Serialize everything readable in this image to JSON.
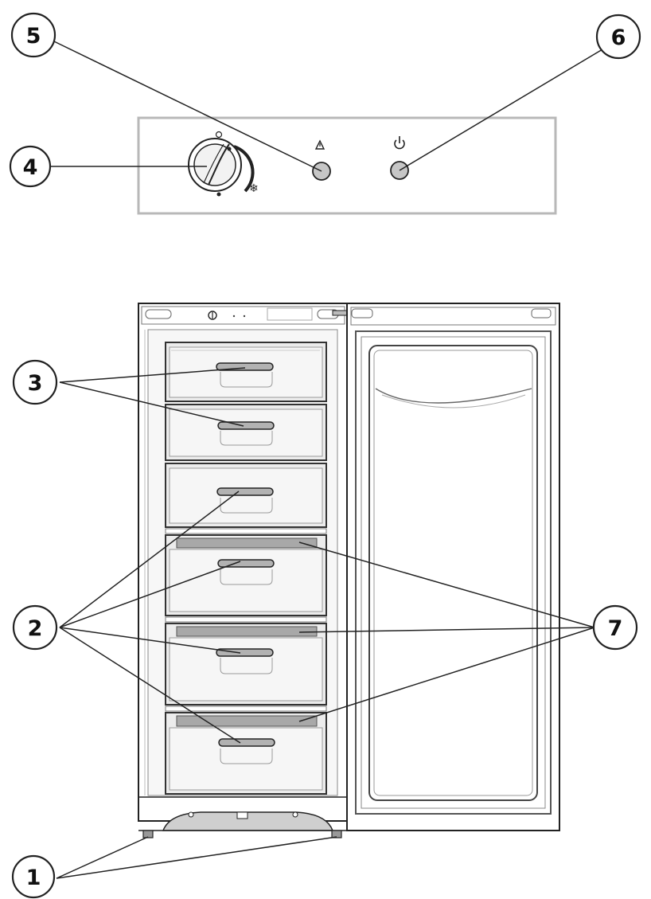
{
  "callouts": [
    {
      "id": "1",
      "label": "1"
    },
    {
      "id": "2",
      "label": "2"
    },
    {
      "id": "3",
      "label": "3"
    },
    {
      "id": "4",
      "label": "4"
    },
    {
      "id": "5",
      "label": "5"
    },
    {
      "id": "6",
      "label": "6"
    },
    {
      "id": "7",
      "label": "7"
    }
  ],
  "control_panel": {
    "warning_symbol": "⚠",
    "power_symbol": "⏻",
    "freeze_symbol": "❄"
  },
  "icons": [
    "thermostat-knob-icon",
    "alarm-light-icon",
    "power-light-icon",
    "warning-triangle-icon",
    "power-symbol-icon",
    "snowflake-icon"
  ]
}
